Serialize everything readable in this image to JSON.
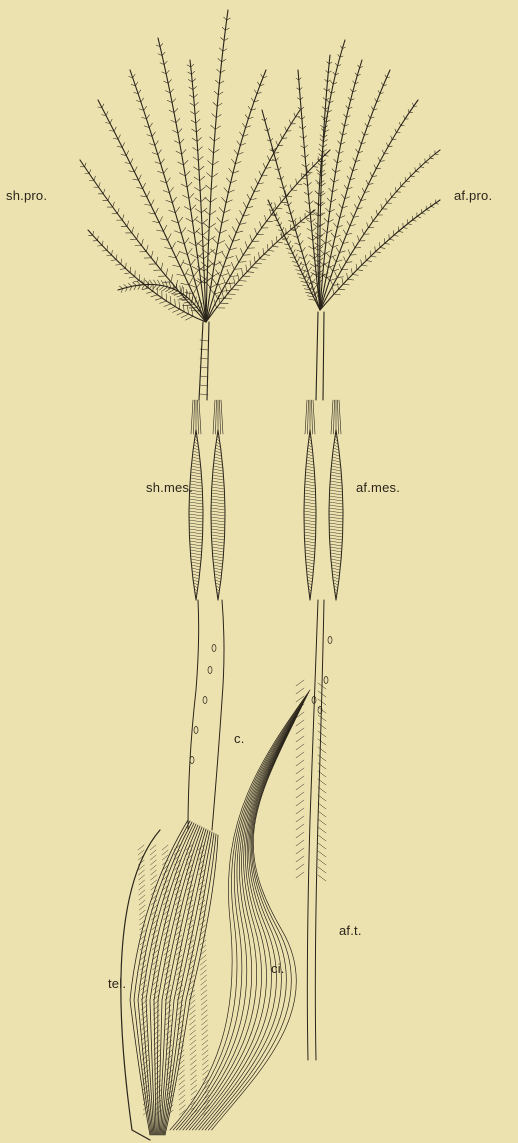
{
  "labels": {
    "sh_pro": "sh.pro.",
    "af_pro": "af.pro.",
    "sh_mes": "sh.mes.",
    "af_mes": "af.mes.",
    "c": "c.",
    "af_t": "af.t.",
    "ci": "ci.",
    "tel": "tel."
  },
  "colors": {
    "background": "#ece2b0",
    "ink": "#2a241a"
  }
}
